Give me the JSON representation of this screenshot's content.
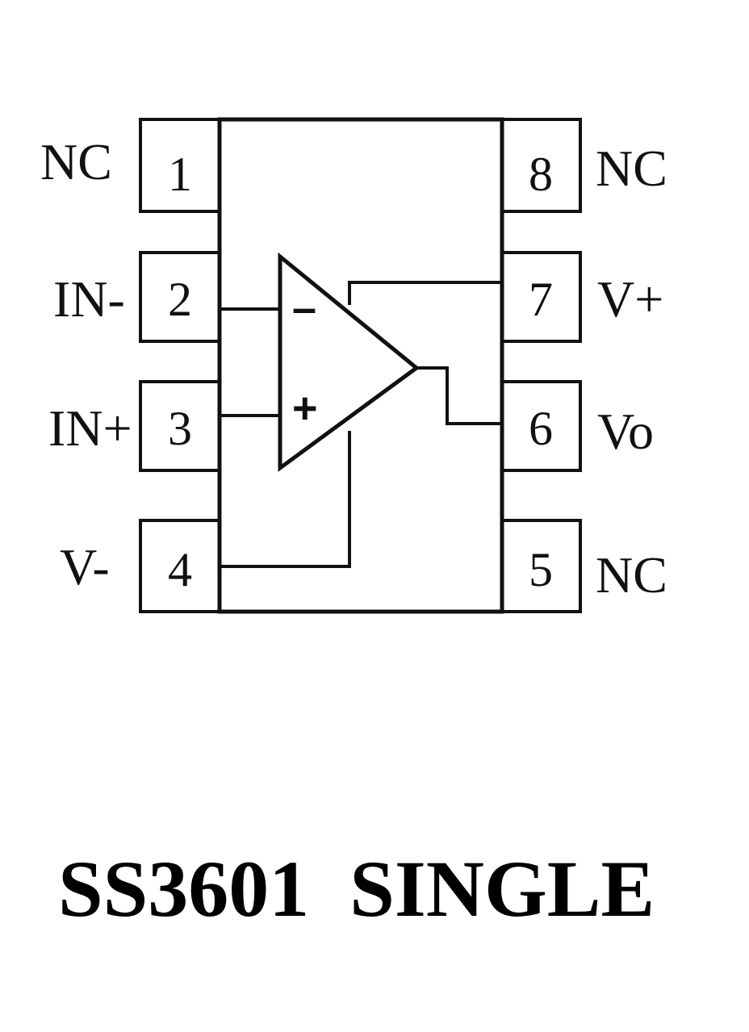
{
  "caption": "SS3601  SINGLE",
  "pins_left": [
    {
      "number": "1",
      "label": "NC"
    },
    {
      "number": "2",
      "label": "IN-"
    },
    {
      "number": "3",
      "label": "IN+"
    },
    {
      "number": "4",
      "label": "V-"
    }
  ],
  "pins_right": [
    {
      "number": "8",
      "label": "NC"
    },
    {
      "number": "7",
      "label": "V+"
    },
    {
      "number": "6",
      "label": "Vo"
    },
    {
      "number": "5",
      "label": "NC"
    }
  ],
  "opamp": {
    "inverting_sign": "–",
    "noninverting_sign": "+"
  },
  "colors": {
    "line": "#111111",
    "background": "#ffffff"
  }
}
